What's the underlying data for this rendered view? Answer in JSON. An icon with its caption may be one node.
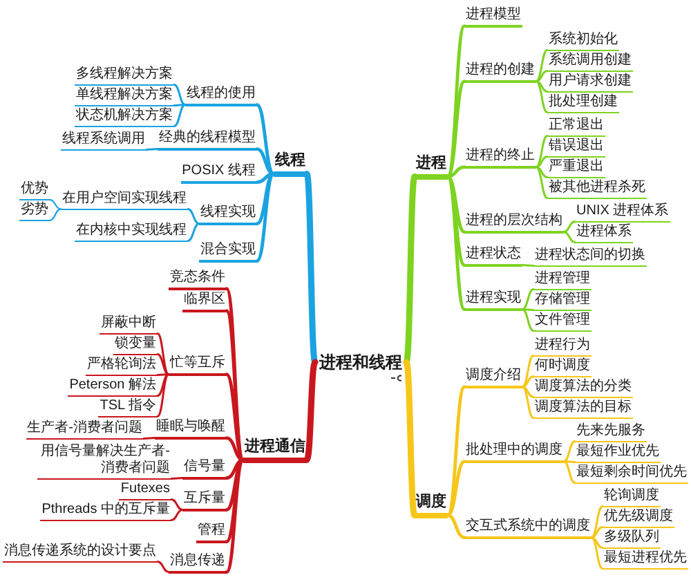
{
  "diagram": {
    "nodes": [
      {
        "text": [
          "进程和线程"
        ]
      },
      {
        "text": [
          "线程"
        ]
      },
      {
        "text": [
          "线程的使用"
        ]
      },
      {
        "text": [
          "多线程解决方案"
        ]
      },
      {
        "text": [
          "单线程解决方案"
        ]
      },
      {
        "text": [
          "状态机解决方案"
        ]
      },
      {
        "text": [
          "经典的线程模型"
        ]
      },
      {
        "text": [
          "线程系统调用"
        ]
      },
      {
        "text": [
          "POSIX 线程"
        ]
      },
      {
        "text": [
          "线程实现"
        ]
      },
      {
        "text": [
          "在用户空间实现线程"
        ]
      },
      {
        "text": [
          "优势"
        ]
      },
      {
        "text": [
          "劣势"
        ]
      },
      {
        "text": [
          "在内核中实现线程"
        ]
      },
      {
        "text": [
          "混合实现"
        ]
      },
      {
        "text": [
          "进程通信"
        ]
      },
      {
        "text": [
          "竞态条件"
        ]
      },
      {
        "text": [
          "临界区"
        ]
      },
      {
        "text": [
          "忙等互斥"
        ]
      },
      {
        "text": [
          "屏蔽中断"
        ]
      },
      {
        "text": [
          "锁变量"
        ]
      },
      {
        "text": [
          "严格轮询法"
        ]
      },
      {
        "text": [
          "Peterson 解法"
        ]
      },
      {
        "text": [
          "TSL 指令"
        ]
      },
      {
        "text": [
          "睡眠与唤醒"
        ]
      },
      {
        "text": [
          "生产者-消费者问题"
        ]
      },
      {
        "text": [
          "信号量"
        ]
      },
      {
        "text": [
          "用信号量解决生产者-消费者问题"
        ]
      },
      {
        "text": [
          "互斥量"
        ]
      },
      {
        "text": [
          "Futexes"
        ]
      },
      {
        "text": [
          "Pthreads 中的互斥量"
        ]
      },
      {
        "text": [
          "管程"
        ]
      },
      {
        "text": [
          "消息传递"
        ]
      },
      {
        "text": [
          "消息传递系统的设计要点"
        ]
      },
      {
        "text": [
          "进程"
        ]
      },
      {
        "text": [
          "进程模型"
        ]
      },
      {
        "text": [
          "进程的创建"
        ]
      },
      {
        "text": [
          "系统初始化"
        ]
      },
      {
        "text": [
          "系统调用创建"
        ]
      },
      {
        "text": [
          "用户请求创建"
        ]
      },
      {
        "text": [
          "批处理创建"
        ]
      },
      {
        "text": [
          "进程的终止"
        ]
      },
      {
        "text": [
          "正常退出"
        ]
      },
      {
        "text": [
          "错误退出"
        ]
      },
      {
        "text": [
          "严重退出"
        ]
      },
      {
        "text": [
          "被其他进程杀死"
        ]
      },
      {
        "text": [
          "进程的层次结构"
        ]
      },
      {
        "text": [
          "UNIX 进程体系"
        ]
      },
      {
        "text": [
          "进程体系"
        ]
      },
      {
        "text": [
          "进程状态"
        ]
      },
      {
        "text": [
          "进程状态间的切换"
        ]
      },
      {
        "text": [
          "进程实现"
        ]
      },
      {
        "text": [
          "进程管理"
        ]
      },
      {
        "text": [
          "存储管理"
        ]
      },
      {
        "text": [
          "文件管理"
        ]
      },
      {
        "text": [
          "调度"
        ]
      },
      {
        "text": [
          "调度介绍"
        ]
      },
      {
        "text": [
          "进程行为"
        ]
      },
      {
        "text": [
          "何时调度"
        ]
      },
      {
        "text": [
          "调度算法的分类"
        ]
      },
      {
        "text": [
          "调度算法的目标"
        ]
      },
      {
        "text": [
          "批处理中的调度"
        ]
      },
      {
        "text": [
          "先来先服务"
        ]
      },
      {
        "text": [
          "最短作业优先"
        ]
      },
      {
        "text": [
          "最短剩余时间优先"
        ]
      },
      {
        "text": [
          "交互式系统中的调度"
        ]
      },
      {
        "text": [
          "轮询调度"
        ]
      },
      {
        "text": [
          "优先级调度"
        ]
      },
      {
        "text": [
          "多级队列"
        ]
      },
      {
        "text": [
          "最短进程优先"
        ]
      }
    ],
    "edges": [
      {
        "from": 0,
        "to": 1,
        "arrow": "none",
        "style": "thick",
        "color": "#1ba3e0"
      },
      {
        "from": 1,
        "to": 2,
        "arrow": "none",
        "color": "#1ba3e0"
      },
      {
        "from": 2,
        "to": 3,
        "arrow": "none",
        "color": "#1ba3e0"
      },
      {
        "from": 2,
        "to": 4,
        "arrow": "none",
        "color": "#1ba3e0"
      },
      {
        "from": 2,
        "to": 5,
        "arrow": "none",
        "color": "#1ba3e0"
      },
      {
        "from": 1,
        "to": 6,
        "arrow": "none",
        "color": "#1ba3e0"
      },
      {
        "from": 6,
        "to": 7,
        "arrow": "none",
        "color": "#1ba3e0"
      },
      {
        "from": 1,
        "to": 8,
        "arrow": "none",
        "color": "#1ba3e0"
      },
      {
        "from": 1,
        "to": 9,
        "arrow": "none",
        "color": "#1ba3e0"
      },
      {
        "from": 9,
        "to": 10,
        "arrow": "none",
        "color": "#1ba3e0"
      },
      {
        "from": 10,
        "to": 11,
        "arrow": "none",
        "color": "#1ba3e0"
      },
      {
        "from": 10,
        "to": 12,
        "arrow": "none",
        "color": "#1ba3e0"
      },
      {
        "from": 9,
        "to": 13,
        "arrow": "none",
        "color": "#1ba3e0"
      },
      {
        "from": 1,
        "to": 14,
        "arrow": "none",
        "color": "#1ba3e0"
      },
      {
        "from": 0,
        "to": 15,
        "arrow": "none",
        "style": "thick",
        "color": "#c9171e"
      },
      {
        "from": 15,
        "to": 16,
        "arrow": "none",
        "color": "#c9171e"
      },
      {
        "from": 15,
        "to": 17,
        "arrow": "none",
        "color": "#c9171e"
      },
      {
        "from": 15,
        "to": 18,
        "arrow": "none",
        "color": "#c9171e"
      },
      {
        "from": 18,
        "to": 19,
        "arrow": "none",
        "color": "#c9171e"
      },
      {
        "from": 18,
        "to": 20,
        "arrow": "none",
        "color": "#c9171e"
      },
      {
        "from": 18,
        "to": 21,
        "arrow": "none",
        "color": "#c9171e"
      },
      {
        "from": 18,
        "to": 22,
        "arrow": "none",
        "color": "#c9171e"
      },
      {
        "from": 18,
        "to": 23,
        "arrow": "none",
        "color": "#c9171e"
      },
      {
        "from": 15,
        "to": 24,
        "arrow": "none",
        "color": "#c9171e"
      },
      {
        "from": 24,
        "to": 25,
        "arrow": "none",
        "color": "#c9171e"
      },
      {
        "from": 15,
        "to": 26,
        "arrow": "none",
        "color": "#c9171e"
      },
      {
        "from": 26,
        "to": 27,
        "arrow": "none",
        "color": "#c9171e"
      },
      {
        "from": 15,
        "to": 28,
        "arrow": "none",
        "color": "#c9171e"
      },
      {
        "from": 28,
        "to": 29,
        "arrow": "none",
        "color": "#c9171e"
      },
      {
        "from": 28,
        "to": 30,
        "arrow": "none",
        "color": "#c9171e"
      },
      {
        "from": 15,
        "to": 31,
        "arrow": "none",
        "color": "#c9171e"
      },
      {
        "from": 15,
        "to": 32,
        "arrow": "none",
        "color": "#c9171e"
      },
      {
        "from": 32,
        "to": 33,
        "arrow": "none",
        "color": "#c9171e"
      },
      {
        "from": 0,
        "to": 34,
        "arrow": "none",
        "style": "thick"
      },
      {
        "from": 34,
        "to": 35,
        "arrow": "none"
      },
      {
        "from": 34,
        "to": 36,
        "arrow": "none"
      },
      {
        "from": 36,
        "to": 37,
        "arrow": "none"
      },
      {
        "from": 36,
        "to": 38,
        "arrow": "none"
      },
      {
        "from": 36,
        "to": 39,
        "arrow": "none"
      },
      {
        "from": 36,
        "to": 40,
        "arrow": "none"
      },
      {
        "from": 34,
        "to": 41,
        "arrow": "none"
      },
      {
        "from": 41,
        "to": 42,
        "arrow": "none"
      },
      {
        "from": 41,
        "to": 43,
        "arrow": "none"
      },
      {
        "from": 41,
        "to": 44,
        "arrow": "none"
      },
      {
        "from": 41,
        "to": 45,
        "arrow": "none"
      },
      {
        "from": 34,
        "to": 46,
        "arrow": "none"
      },
      {
        "from": 46,
        "to": 47,
        "arrow": "none"
      },
      {
        "from": 46,
        "to": 48,
        "arrow": "none"
      },
      {
        "from": 34,
        "to": 49,
        "arrow": "none"
      },
      {
        "from": 49,
        "to": 50,
        "arrow": "none"
      },
      {
        "from": 34,
        "to": 51,
        "arrow": "none"
      },
      {
        "from": 51,
        "to": 52,
        "arrow": "none"
      },
      {
        "from": 51,
        "to": 53,
        "arrow": "none"
      },
      {
        "from": 51,
        "to": 54,
        "arrow": "none"
      },
      {
        "from": 0,
        "to": 55,
        "arrow": "none",
        "style": "thick",
        "color": "#f6c619"
      },
      {
        "from": 55,
        "to": 56,
        "arrow": "none",
        "color": "#f6c619"
      },
      {
        "from": 56,
        "to": 57,
        "arrow": "none",
        "color": "#f6c619"
      },
      {
        "from": 56,
        "to": 58,
        "arrow": "none",
        "color": "#f6c619"
      },
      {
        "from": 56,
        "to": 59,
        "arrow": "none",
        "color": "#f6c619"
      },
      {
        "from": 56,
        "to": 60,
        "arrow": "none",
        "color": "#f6c619"
      },
      {
        "from": 55,
        "to": 61,
        "arrow": "none",
        "color": "#f6c619"
      },
      {
        "from": 61,
        "to": 62,
        "arrow": "none",
        "color": "#f6c619"
      },
      {
        "from": 61,
        "to": 63,
        "arrow": "none",
        "color": "#f6c619"
      },
      {
        "from": 61,
        "to": 64,
        "arrow": "none",
        "color": "#f6c619"
      },
      {
        "from": 55,
        "to": 65,
        "arrow": "none",
        "color": "#f6c619"
      },
      {
        "from": 65,
        "to": 66,
        "arrow": "none",
        "color": "#f6c619"
      },
      {
        "from": 65,
        "to": 67,
        "arrow": "none",
        "color": "#f6c619"
      },
      {
        "from": 65,
        "to": 68,
        "arrow": "none",
        "color": "#f6c619"
      },
      {
        "from": 65,
        "to": 69,
        "arrow": "none",
        "color": "#f6c619"
      }
    ]
  }
}
